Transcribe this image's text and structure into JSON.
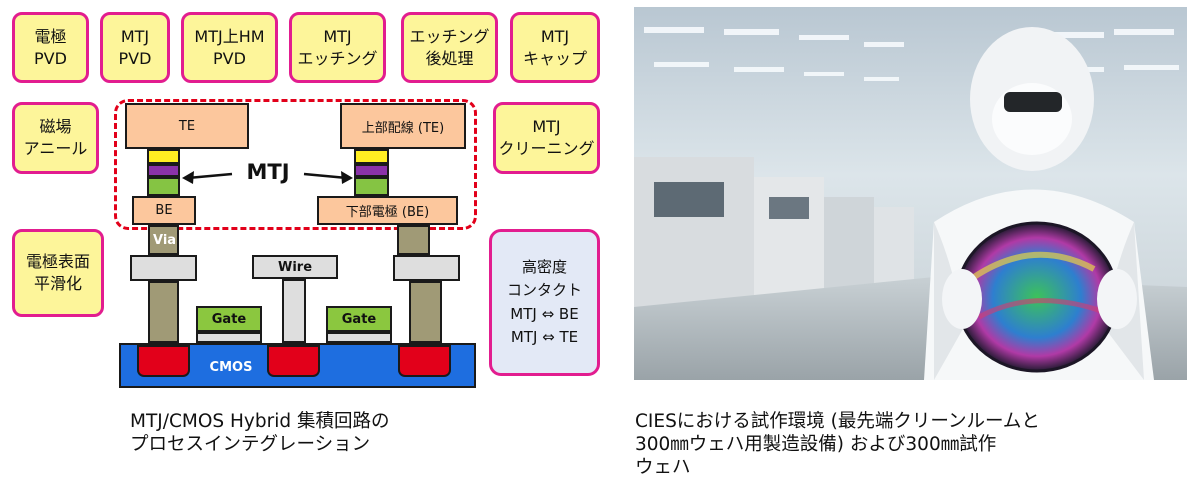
{
  "process_steps": {
    "top": [
      "電極\nPVD",
      "MTJ\nPVD",
      "MTJ上HM\nPVD",
      "MTJ\nエッチング",
      "エッチング\n後処理",
      "MTJ\nキャップ"
    ],
    "left": [
      "磁場\nアニール",
      "電極表面\n平滑化"
    ],
    "right_clean": "MTJ\nクリーニング",
    "right_contact": "高密度\nコンタクト\nMTJ ⇔ BE\nMTJ ⇔ TE"
  },
  "cross_section": {
    "te_left": "TE",
    "te_right": "上部配線 (TE)",
    "mtj": "MTJ",
    "be_left": "BE",
    "be_right": "下部電極 (BE)",
    "via": "Via",
    "wire": "Wire",
    "gate": "Gate",
    "cmos": "CMOS"
  },
  "captions": {
    "left": "MTJ/CMOS Hybrid 集積回路の\nプロセスインテグレーション",
    "right": "CIESにおける試作環境 (最先端クリーンルームと\n300㎜ウェハ用製造設備) および300㎜試作\nウェハ"
  },
  "colors": {
    "box_fill": "#fdf59a",
    "box_border": "#e21d8f",
    "dashed_border": "#e2001a",
    "cmos_layer": "#1e6ee0",
    "doped_region": "#e2001a"
  }
}
